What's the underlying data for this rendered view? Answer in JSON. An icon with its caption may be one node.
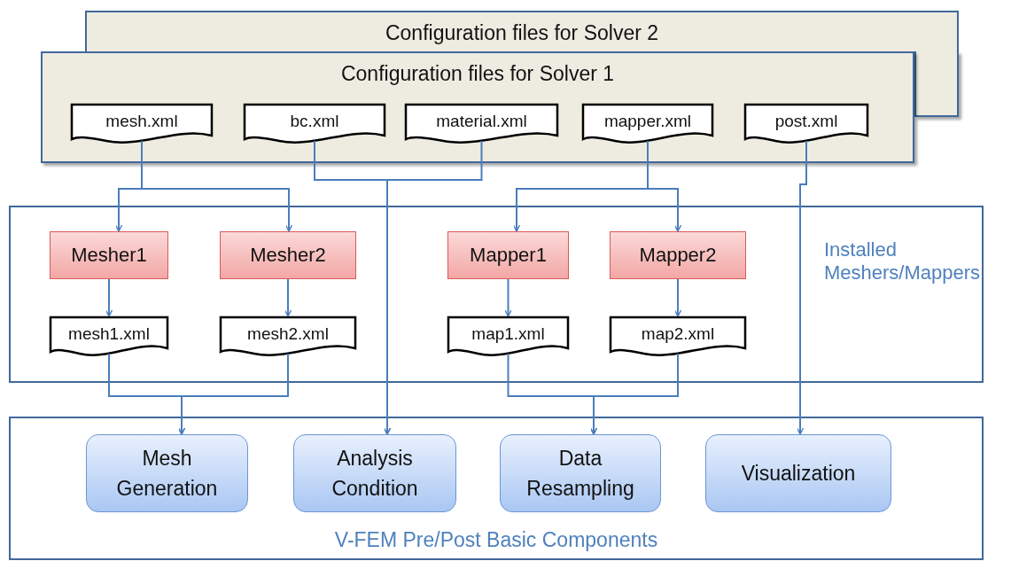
{
  "diagram": {
    "nodes": [
      {
        "text": [
          "Configuration files for Solver 2"
        ]
      },
      {
        "text": [
          "Configuration files for Solver 1"
        ]
      },
      {
        "text": [
          "mesh.xml"
        ],
        "in": 1
      },
      {
        "text": [
          "bc.xml"
        ],
        "in": 1
      },
      {
        "text": [
          "material.xml"
        ],
        "in": 1
      },
      {
        "text": [
          "mapper.xml"
        ],
        "in": 1
      },
      {
        "text": [
          "post.xml"
        ],
        "in": 1
      },
      {
        "text": [
          "Installed Meshers/Mappers"
        ]
      },
      {
        "text": [
          "Mesher1"
        ],
        "in": 7
      },
      {
        "text": [
          "Mesher2"
        ],
        "in": 7
      },
      {
        "text": [
          "Mapper1"
        ],
        "in": 7
      },
      {
        "text": [
          "Mapper2"
        ],
        "in": 7
      },
      {
        "text": [
          "mesh1.xml"
        ],
        "in": 7
      },
      {
        "text": [
          "mesh2.xml"
        ],
        "in": 7
      },
      {
        "text": [
          "map1.xml"
        ],
        "in": 7
      },
      {
        "text": [
          "map2.xml"
        ],
        "in": 7
      },
      {
        "text": [
          "V-FEM Pre/Post Basic Components"
        ]
      },
      {
        "text": [
          "Mesh Generation"
        ],
        "in": 16
      },
      {
        "text": [
          "Analysis Condition"
        ],
        "in": 16
      },
      {
        "text": [
          "Data Resampling"
        ],
        "in": 16
      },
      {
        "text": [
          "Visualization"
        ],
        "in": 16
      }
    ],
    "edges": [
      {
        "from": 2,
        "to": 8,
        "arrow": "to"
      },
      {
        "from": 2,
        "to": 9,
        "arrow": "to"
      },
      {
        "from": 3,
        "to": 18,
        "arrow": "to"
      },
      {
        "from": 4,
        "to": 18,
        "arrow": "to"
      },
      {
        "from": 5,
        "to": 10,
        "arrow": "to"
      },
      {
        "from": 5,
        "to": 11,
        "arrow": "to"
      },
      {
        "from": 6,
        "to": 20,
        "arrow": "to"
      },
      {
        "from": 8,
        "to": 12,
        "arrow": "to"
      },
      {
        "from": 9,
        "to": 13,
        "arrow": "to"
      },
      {
        "from": 10,
        "to": 14,
        "arrow": "to"
      },
      {
        "from": 11,
        "to": 15,
        "arrow": "to"
      },
      {
        "from": 12,
        "to": 17,
        "arrow": "to"
      },
      {
        "from": 13,
        "to": 17,
        "arrow": "to"
      },
      {
        "from": 14,
        "to": 19,
        "arrow": "to"
      },
      {
        "from": 15,
        "to": 19,
        "arrow": "to"
      }
    ]
  }
}
